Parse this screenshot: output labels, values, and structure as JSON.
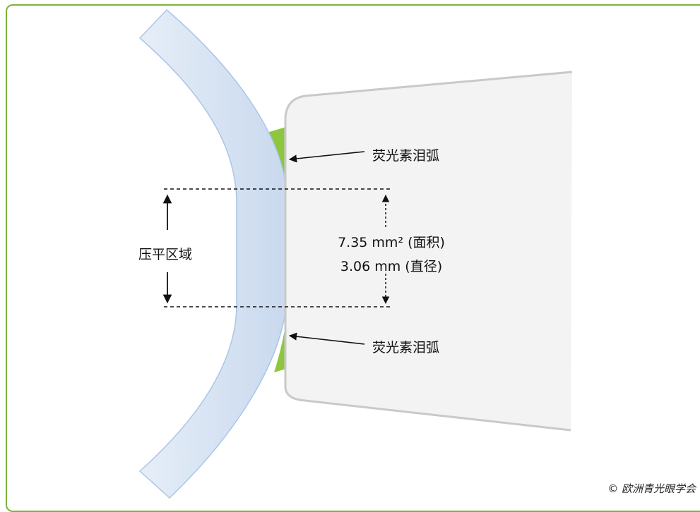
{
  "labels": {
    "tear_arc_top": "荧光素泪弧",
    "tear_arc_bottom": "荧光素泪弧",
    "applanation_zone": "压平区域",
    "area_value": "7.35 mm² (面积)",
    "diameter_value": "3.06 mm (直径)"
  },
  "credit": "© 欧洲青光眼学会",
  "colors": {
    "frame": "#7bb33b",
    "cornea_fill": "#d6e2f2",
    "cornea_edge": "#a9c6e8",
    "fluorescein": "#8dc63f",
    "prism_fill": "#f3f3f3",
    "prism_edge": "#c9c9c9"
  }
}
